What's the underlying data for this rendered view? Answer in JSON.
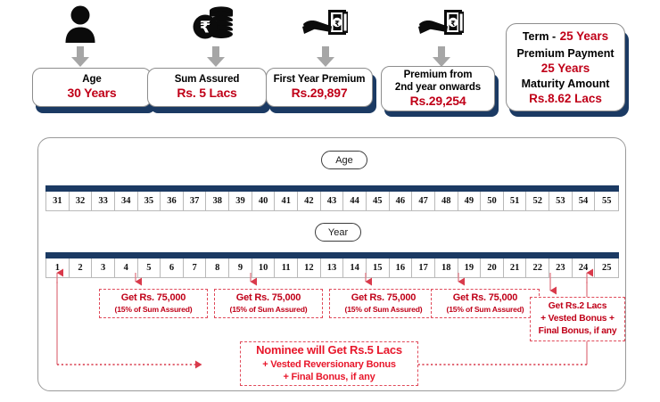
{
  "top_row": {
    "cards": [
      {
        "icon": "person-icon",
        "label": "Age",
        "value": "30 Years"
      },
      {
        "icon": "rupee-coins-icon",
        "label": "Sum Assured",
        "value": "Rs. 5 Lacs"
      },
      {
        "icon": "hand-cash-icon",
        "label": "First Year Premium",
        "value": "Rs.29,897"
      },
      {
        "icon": "hand-cash-icon",
        "label_line1": "Premium from",
        "label_line2": "2nd year onwards",
        "value": "Rs.29,254"
      }
    ],
    "summary": {
      "term_label": "Term  -",
      "term_value": "25 Years",
      "premium_payment_label": "Premium Payment",
      "premium_payment_value": "25 Years",
      "maturity_label": "Maturity Amount",
      "maturity_value": "Rs.8.62 Lacs"
    }
  },
  "timeline": {
    "age_pill": "Age",
    "year_pill": "Year",
    "age_values": [
      "31",
      "32",
      "33",
      "34",
      "35",
      "36",
      "37",
      "38",
      "39",
      "40",
      "41",
      "42",
      "43",
      "44",
      "45",
      "46",
      "47",
      "48",
      "49",
      "50",
      "51",
      "52",
      "53",
      "54",
      "55"
    ],
    "year_values": [
      "1",
      "2",
      "3",
      "4",
      "5",
      "6",
      "7",
      "8",
      "9",
      "10",
      "11",
      "12",
      "13",
      "14",
      "15",
      "16",
      "17",
      "18",
      "19",
      "20",
      "21",
      "22",
      "23",
      "24",
      "25"
    ]
  },
  "benefits": [
    {
      "year": "5",
      "line1": "Get Rs. 75,000",
      "line2": "(15% of Sum Assured)"
    },
    {
      "year": "10",
      "line1": "Get Rs. 75,000",
      "line2": "(15% of Sum Assured)"
    },
    {
      "year": "15",
      "line1": "Get Rs. 75,000",
      "line2": "(15% of Sum Assured)"
    },
    {
      "year": "20",
      "line1": "Get Rs. 75,000",
      "line2": "(15% of Sum Assured)"
    }
  ],
  "maturity_benefit": {
    "year": "23",
    "line1": "Get Rs.2 Lacs",
    "line2": "+ Vested Bonus +",
    "line3": "Final Bonus, if any"
  },
  "death_benefit": {
    "line1": "Nominee will Get Rs.5 Lacs",
    "line2": "+ Vested Reversionary Bonus",
    "line3": "+ Final Bonus, if any"
  },
  "colors": {
    "navy": "#1b3a63",
    "red": "#c00018",
    "bright_red": "#e8172b",
    "dashed_red": "#e04a5a",
    "arrow_gray": "#a6a6a6",
    "border_gray": "#8d8d8d"
  }
}
